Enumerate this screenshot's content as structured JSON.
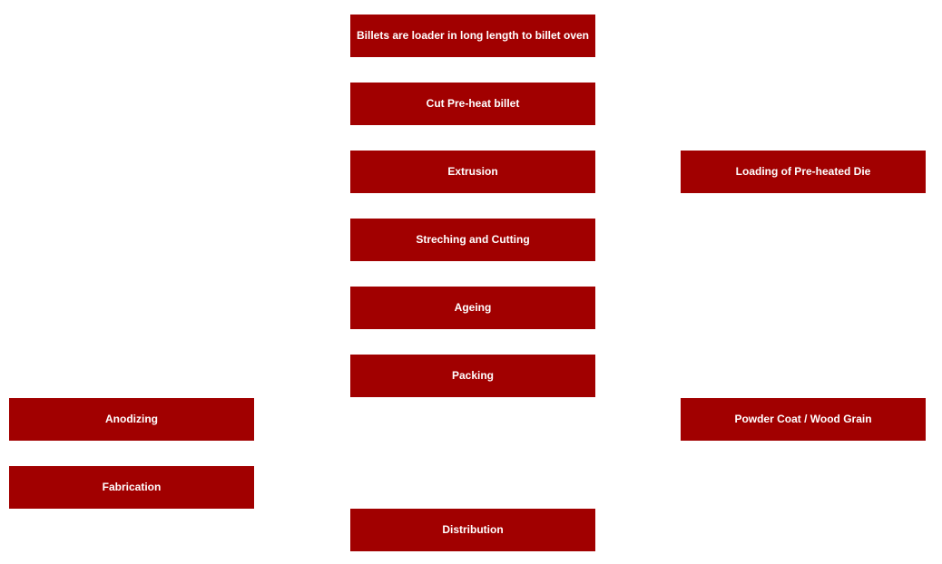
{
  "colors": {
    "box_fill": "#a10000",
    "box_text": "#ffffff",
    "background": "#ffffff"
  },
  "center_steps": [
    "Billets are loader in long length to billet oven",
    "Cut Pre-heat billet",
    "Extrusion",
    "Streching and Cutting",
    "Ageing",
    "Packing",
    "Distribution"
  ],
  "left_steps": [
    "Anodizing",
    "Fabrication"
  ],
  "right_steps": [
    "Loading of Pre-heated Die",
    "Powder Coat / Wood Grain"
  ]
}
